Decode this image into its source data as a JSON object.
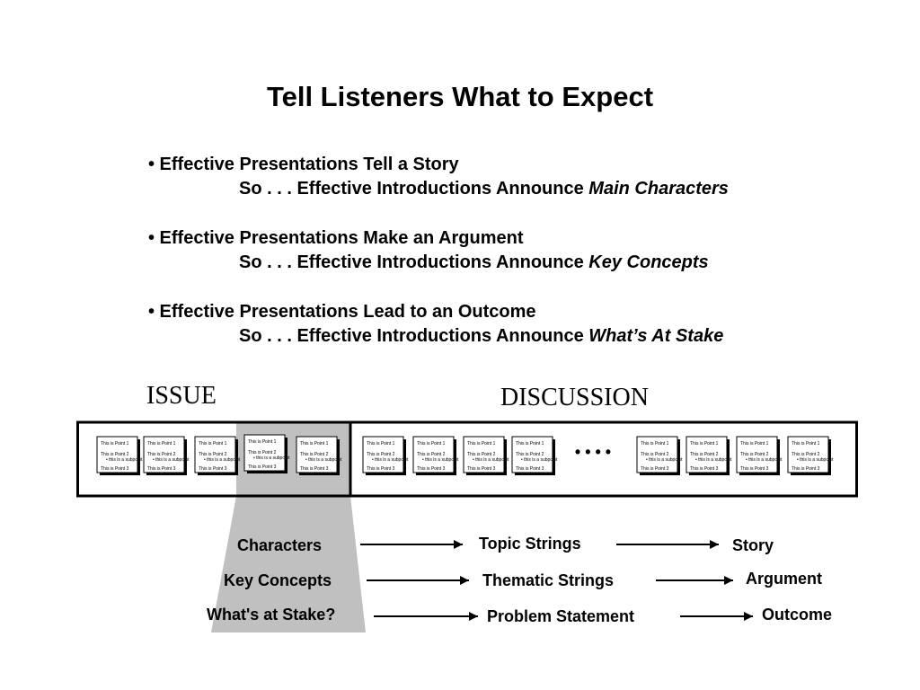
{
  "title": "Tell Listeners What to Expect",
  "bullets": [
    {
      "text": "• Effective Presentations Tell a Story",
      "prefix": "So . . . Effective Introductions Announce ",
      "emphasis": "Main Characters"
    },
    {
      "text": "• Effective Presentations Make an Argument",
      "prefix": "So . . . Effective Introductions Announce ",
      "emphasis": "Key Concepts"
    },
    {
      "text": "• Effective Presentations Lead to an Outcome",
      "prefix": "So . . . Effective Introductions Announce ",
      "emphasis": "What’s At Stake"
    }
  ],
  "sections": {
    "issue": "ISSUE",
    "discussion": "DISCUSSION"
  },
  "slide_text": {
    "point1": "This is Point 1",
    "point2": "This is Point 2",
    "subpoint": "• this is a subpoint",
    "point3": "This is Point 3"
  },
  "ellipsis": "• • • •",
  "rows": [
    {
      "a": "Characters",
      "b": "Topic Strings",
      "c": "Story"
    },
    {
      "a": "Key Concepts",
      "b": "Thematic Strings",
      "c": "Argument"
    },
    {
      "a": "What's at Stake?",
      "b": "Problem Statement",
      "c": "Outcome"
    }
  ]
}
